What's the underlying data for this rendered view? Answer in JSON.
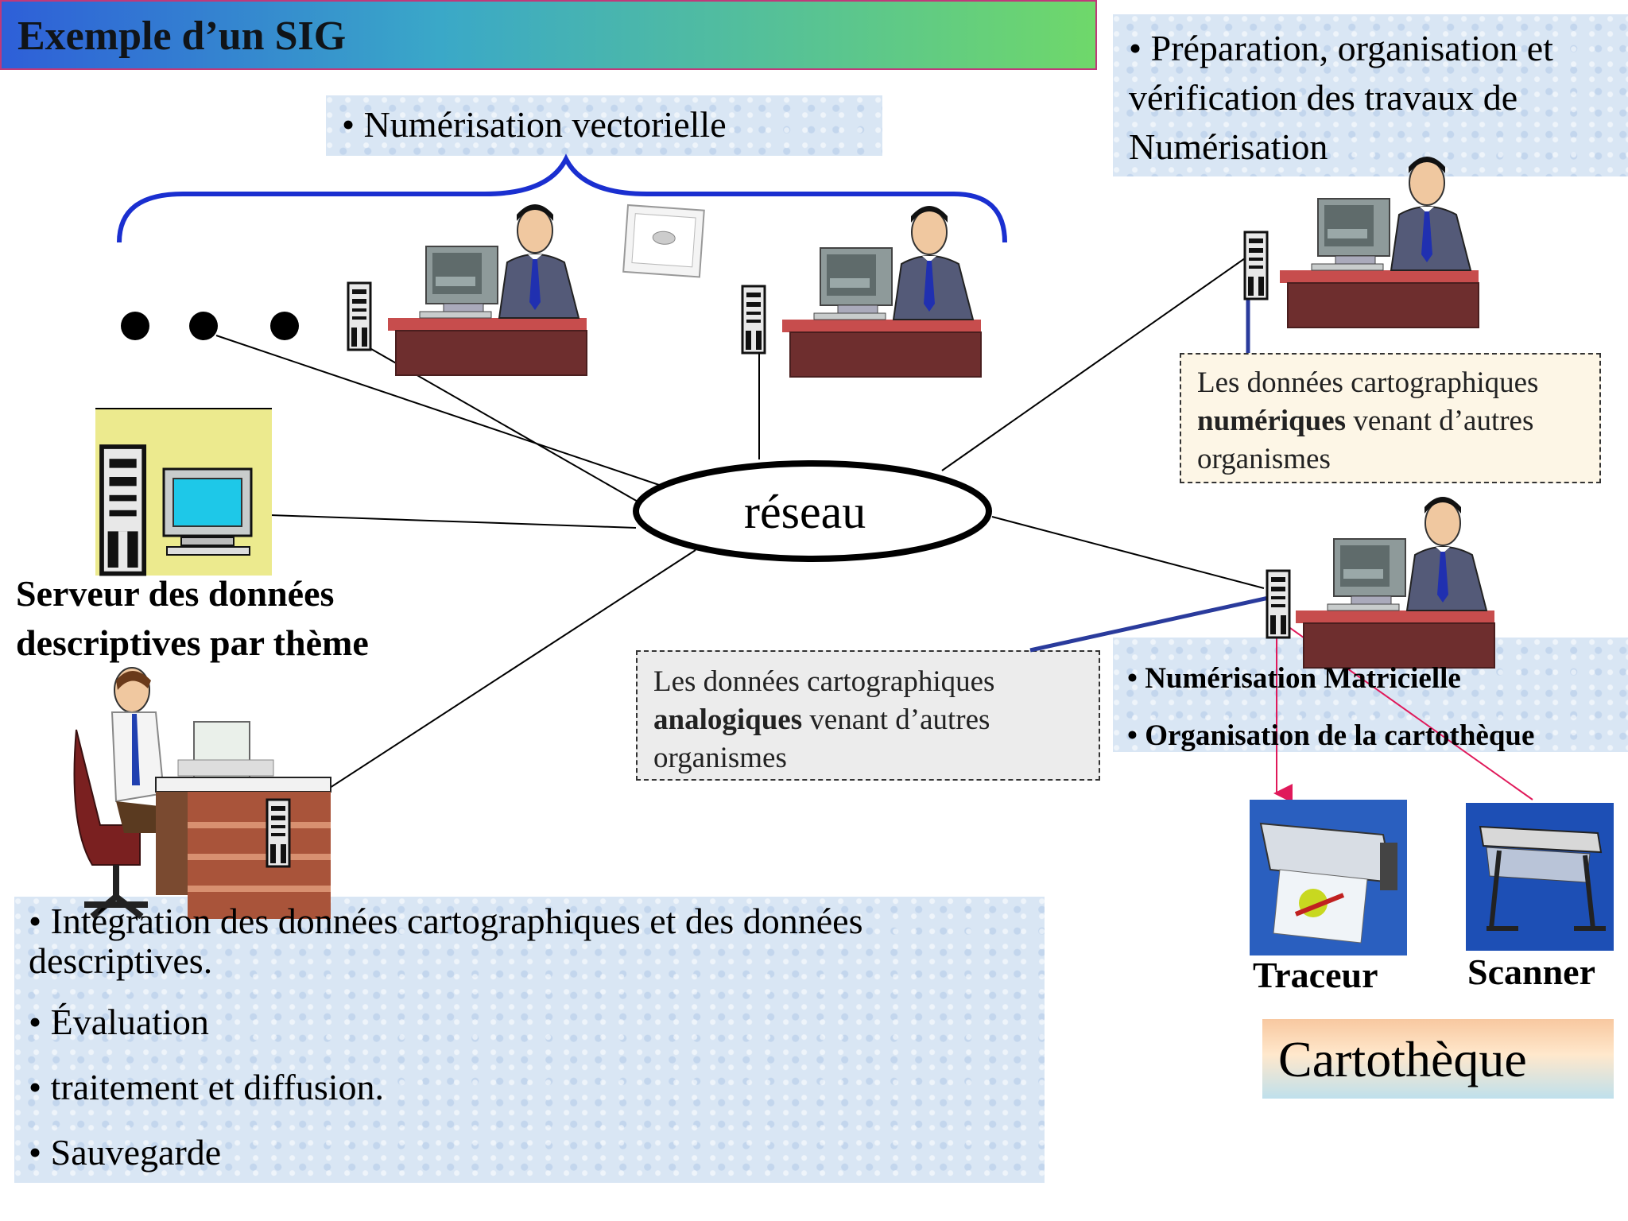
{
  "title": "Exemple d’un SIG",
  "labels": {
    "vectorielle": "• Numérisation vectorielle",
    "preparation_1": "• Préparation, organisation et",
    "preparation_2": "vérification des travaux de",
    "preparation_3": "Numérisation",
    "reseau": "réseau",
    "serveur_1": "Serveur des données",
    "serveur_2": "descriptives par thème",
    "numeriques_1": "Les données cartographiques",
    "numeriques_2_bold": "numériques",
    "numeriques_2_rest": " venant d’autres",
    "numeriques_3": "organismes",
    "analogiques_1": "Les données cartographiques",
    "analogiques_2_bold": "analogiques",
    "analogiques_2_rest": " venant d’autres",
    "analogiques_3": "organismes",
    "matricielle": "• Numérisation Matricielle",
    "organisation_cartotheque": "• Organisation de la cartothèque",
    "traceur": "Traceur",
    "scanner": "Scanner",
    "cartotheque": "Cartothèque"
  },
  "bottom_list": {
    "item1_line1": "• Intégration des données cartographiques et des données",
    "item1_line2": "descriptives.",
    "item2": "• Évaluation",
    "item3": "• traitement et diffusion.",
    "item4": "• Sauvegarde"
  },
  "colors": {
    "brace": "#1a2fd0",
    "link_blue": "#2a3b9c",
    "arrow_pink": "#e0195a",
    "monitor_screen": "#1ec8e8"
  }
}
